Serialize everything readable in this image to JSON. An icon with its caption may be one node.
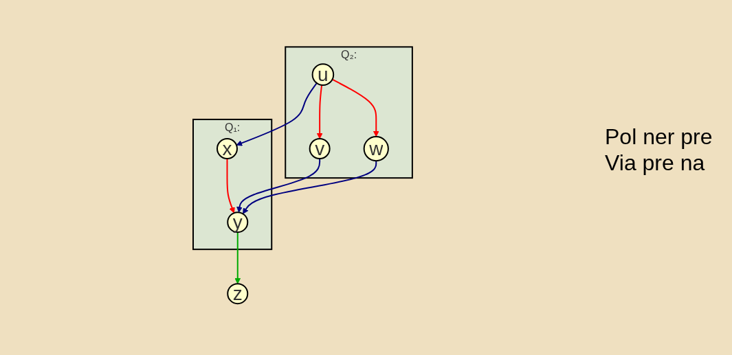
{
  "diagram": {
    "nodes": [
      {
        "text": [
          "Q₁:"
        ]
      },
      {
        "text": [
          "x"
        ],
        "in": 0
      },
      {
        "text": [
          "y"
        ],
        "in": 0
      },
      {
        "text": [
          "z"
        ]
      },
      {
        "text": [
          "Q₂:"
        ]
      },
      {
        "text": [
          "u"
        ],
        "in": 4
      },
      {
        "text": [
          "v"
        ],
        "in": 4
      },
      {
        "text": [
          "w"
        ],
        "in": 4
      }
    ],
    "edges": [
      {
        "from": 1,
        "to": 2,
        "arrow": "to",
        "color": "#ff0000"
      },
      {
        "from": 2,
        "to": 3,
        "arrow": "to",
        "color": "#00aa00"
      },
      {
        "from": 5,
        "to": 1,
        "arrow": "to",
        "color": "#000080"
      },
      {
        "from": 6,
        "to": 2,
        "arrow": "to",
        "color": "#000080"
      },
      {
        "from": 7,
        "to": 2,
        "arrow": "to",
        "color": "#000080"
      },
      {
        "from": 5,
        "to": 6,
        "arrow": "to",
        "color": "#ff0000"
      },
      {
        "from": 5,
        "to": 7,
        "arrow": "to",
        "color": "#ff0000"
      }
    ],
    "labels": [
      "Pol ner pre Via pre na"
    ]
  }
}
